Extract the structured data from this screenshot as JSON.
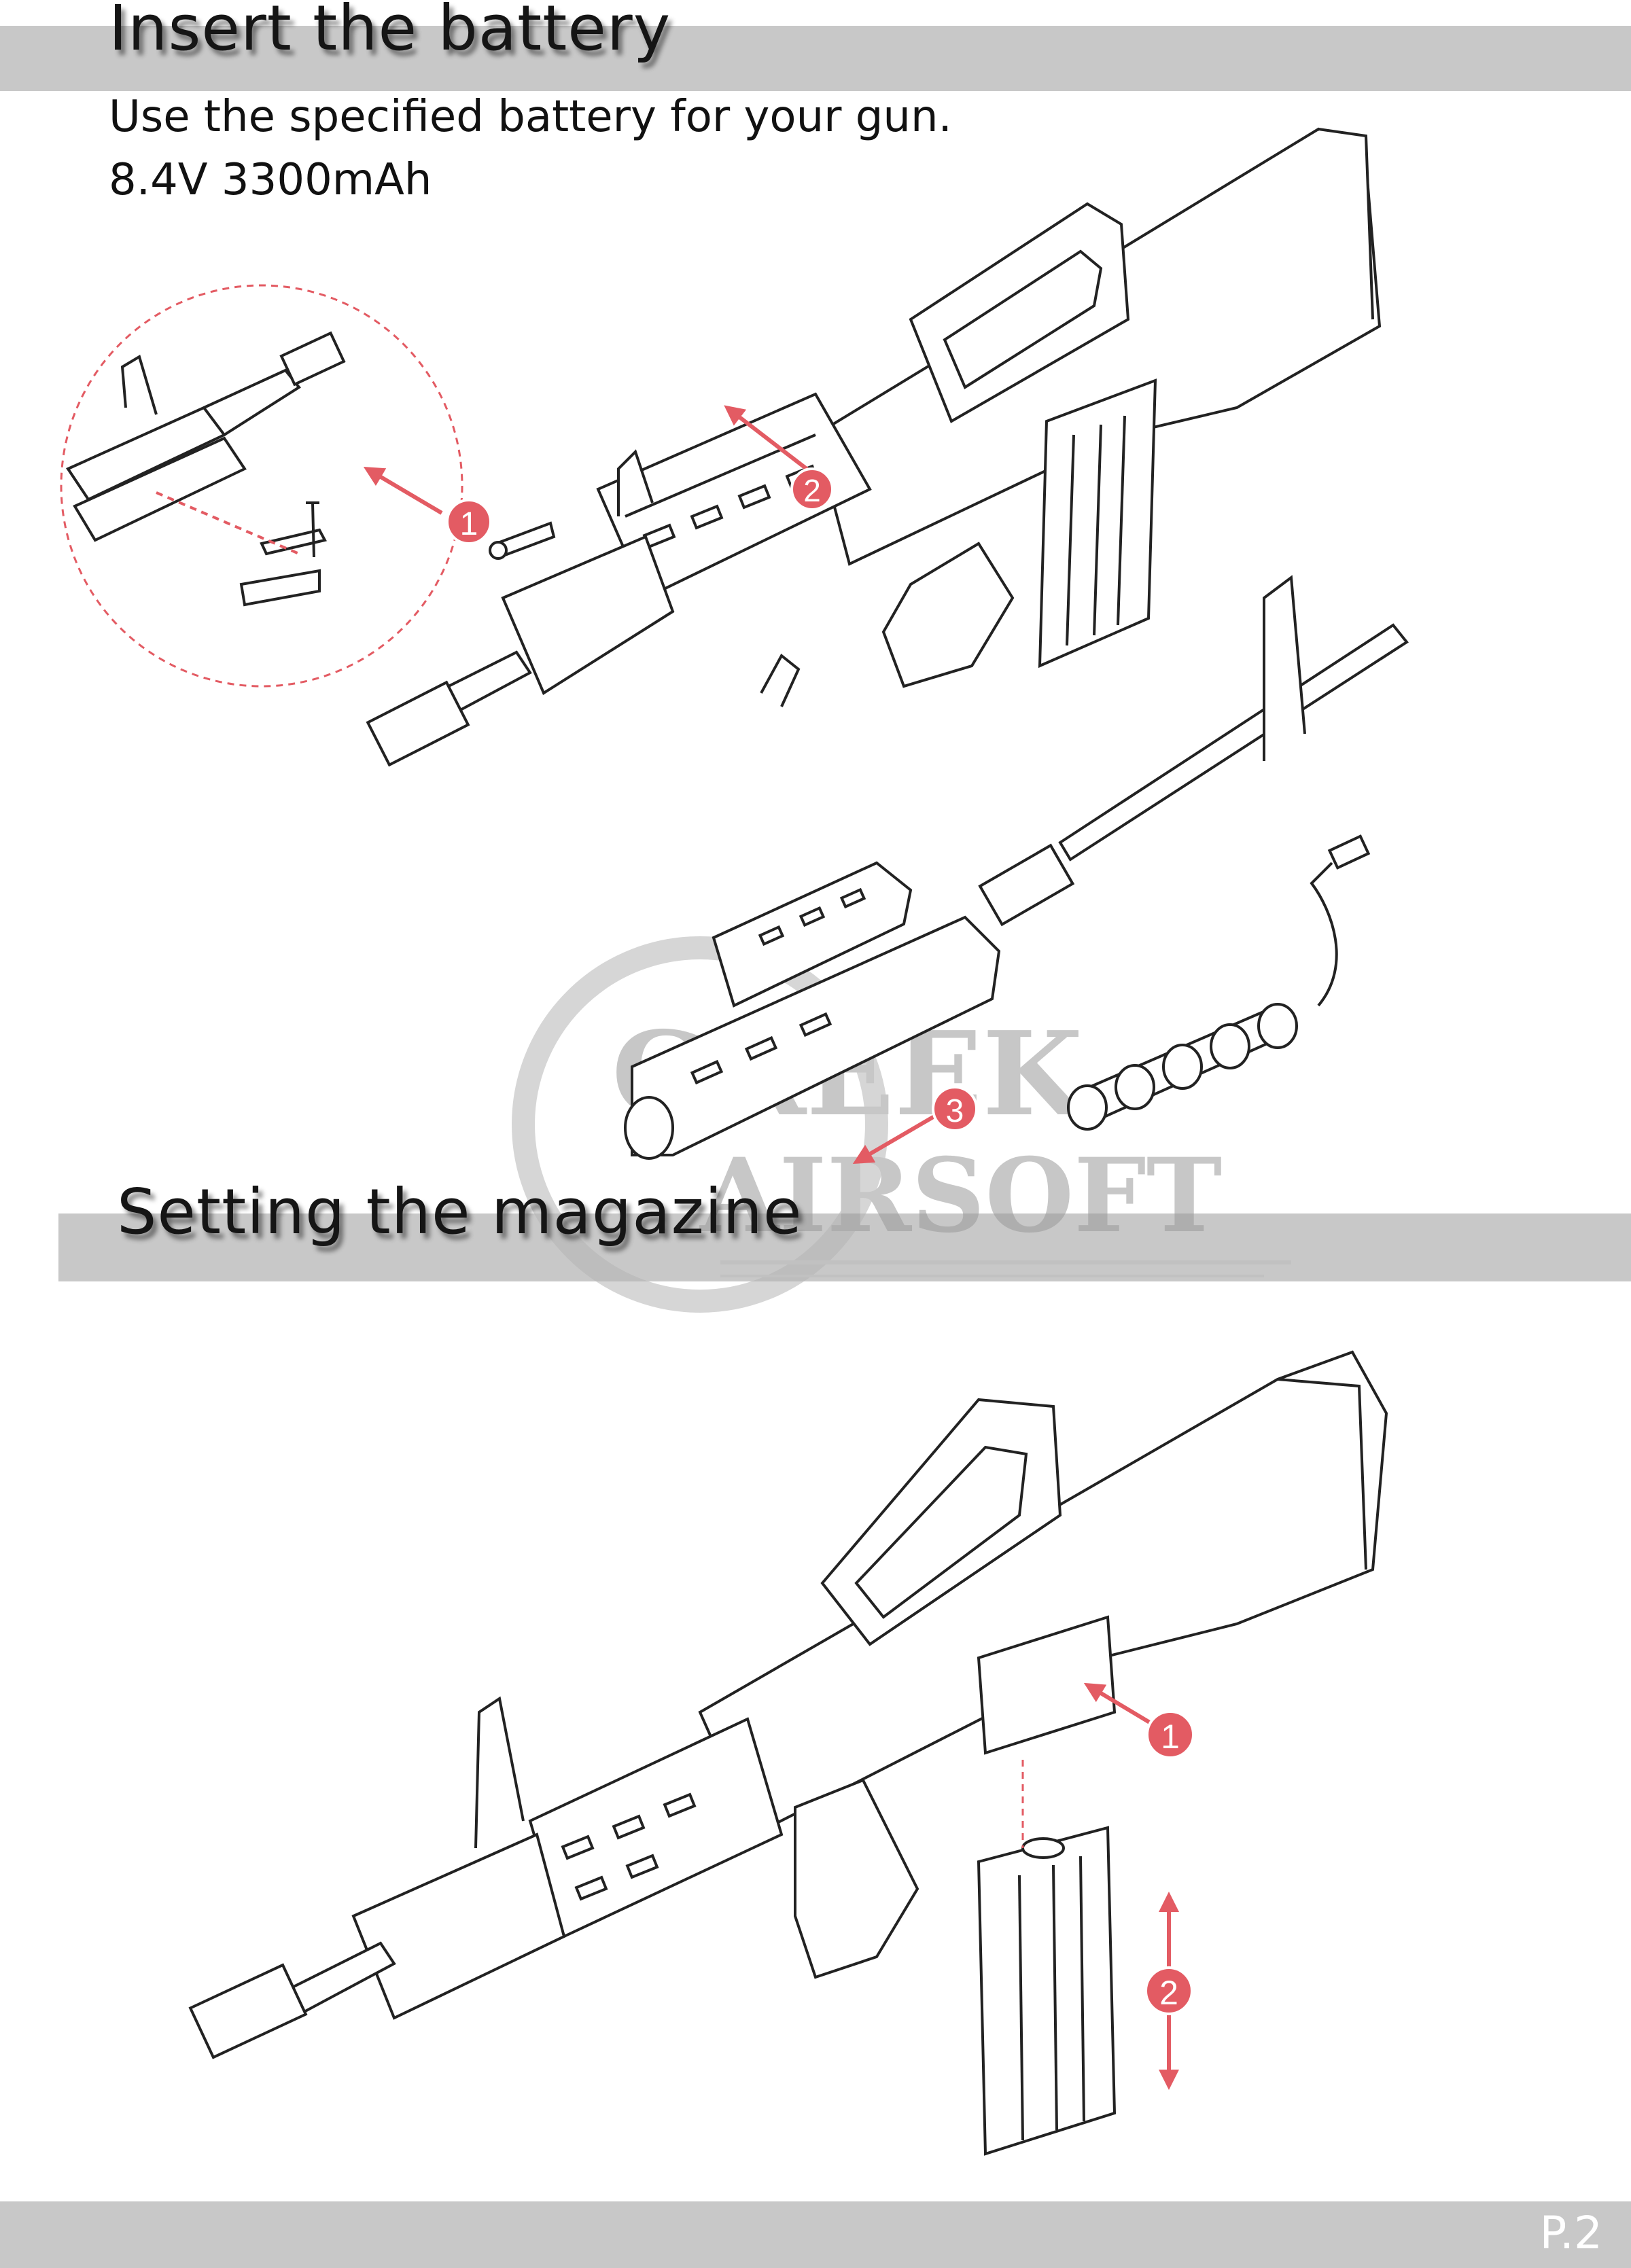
{
  "section_battery": {
    "title": "Insert the battery",
    "instruction": "Use the specified battery for your gun.",
    "spec": "8.4V 3300mAh"
  },
  "section_magazine": {
    "title": "Setting the magazine"
  },
  "step_markers": [
    "1",
    "2",
    "3"
  ],
  "watermark": "GREEK AIRSOFT",
  "footer": {
    "page_number": "P.2"
  },
  "colors": {
    "band": "#c8c8c8",
    "accent": "#e35b63",
    "line": "#222222",
    "watermark": "#9a9a9a"
  }
}
